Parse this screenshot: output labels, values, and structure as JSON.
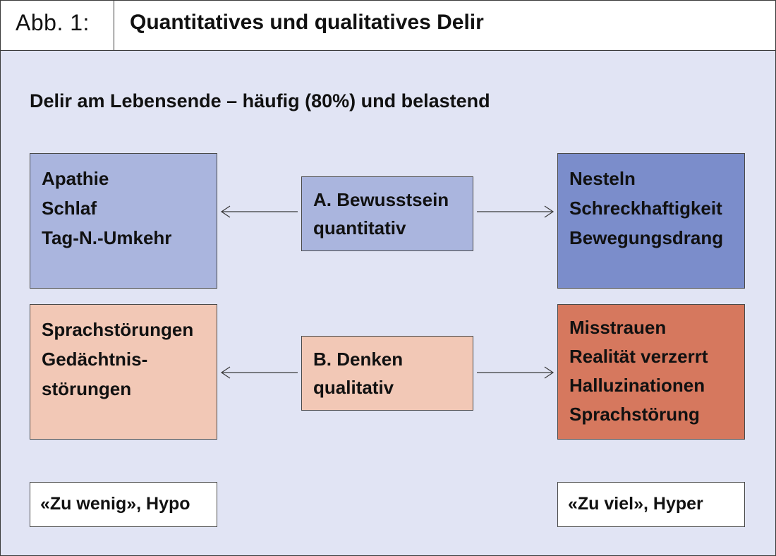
{
  "header": {
    "figure_label": "Abb. 1:",
    "title": "Quantitatives und qualitatives Delir"
  },
  "subtitle": "Delir am Lebensende – häufig (80%) und belastend",
  "row_a": {
    "center": [
      "A. Bewusstsein",
      "quantitativ"
    ],
    "hypo": [
      "Apathie",
      "Schlaf",
      "Tag-N.-Umkehr"
    ],
    "hyper": [
      "Nesteln",
      "Schreckhaftigkeit",
      "Bewegungsdrang"
    ]
  },
  "row_b": {
    "center": [
      "B. Denken",
      "qualitativ"
    ],
    "hypo": [
      "Sprachstörungen",
      "Gedächtnis-",
      "störungen"
    ],
    "hyper": [
      "Misstrauen",
      "Realität verzerrt",
      "Halluzinationen",
      "Sprachstörung"
    ]
  },
  "footer": {
    "hypo_label": "«Zu wenig», Hypo",
    "hyper_label": "«Zu viel», Hyper"
  },
  "colors": {
    "panel_background": "#e1e4f4",
    "light_blue": "#aab5de",
    "dark_blue": "#7b8dcb",
    "light_salmon": "#f2c8b6",
    "dark_salmon": "#d6785e"
  }
}
